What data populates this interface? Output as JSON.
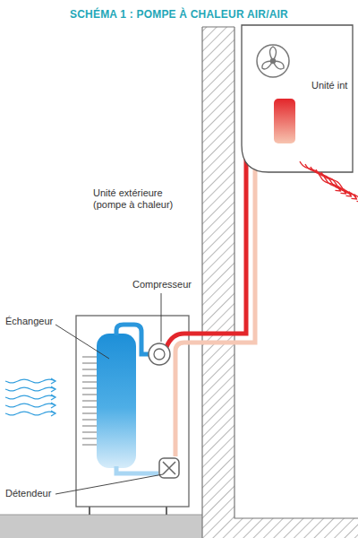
{
  "diagram": {
    "title": "SCHÉMA 1 : POMPE À CHALEUR AIR/AIR",
    "labels": [
      "Unité int",
      "Unité extérieure (pompe à chaleur)",
      "Compresseur",
      "Échangeur",
      "Détendeur"
    ]
  }
}
